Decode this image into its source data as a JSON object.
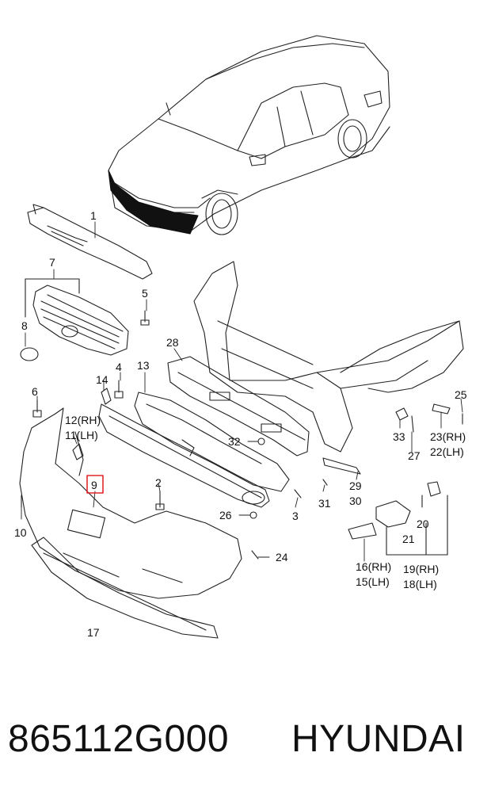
{
  "diagram": {
    "callouts": [
      {
        "id": "c1",
        "text": "1"
      },
      {
        "id": "c7",
        "text": "7"
      },
      {
        "id": "c5",
        "text": "5"
      },
      {
        "id": "c8",
        "text": "8"
      },
      {
        "id": "c28",
        "text": "28"
      },
      {
        "id": "c14",
        "text": "14"
      },
      {
        "id": "c4",
        "text": "4"
      },
      {
        "id": "c13",
        "text": "13"
      },
      {
        "id": "c6",
        "text": "6"
      },
      {
        "id": "c12",
        "text": "12(RH)"
      },
      {
        "id": "c11",
        "text": "11(LH)"
      },
      {
        "id": "c9",
        "text": "9"
      },
      {
        "id": "c2",
        "text": "2"
      },
      {
        "id": "c32",
        "text": "32"
      },
      {
        "id": "c25",
        "text": "25"
      },
      {
        "id": "c33",
        "text": "33"
      },
      {
        "id": "c23",
        "text": "23(RH)"
      },
      {
        "id": "c22",
        "text": "22(LH)"
      },
      {
        "id": "c27",
        "text": "27"
      },
      {
        "id": "c10",
        "text": "10"
      },
      {
        "id": "c26",
        "text": "26"
      },
      {
        "id": "c3",
        "text": "3"
      },
      {
        "id": "c29",
        "text": "29"
      },
      {
        "id": "c31",
        "text": "31"
      },
      {
        "id": "c30",
        "text": "30"
      },
      {
        "id": "c20",
        "text": "20"
      },
      {
        "id": "c21",
        "text": "21"
      },
      {
        "id": "c24",
        "text": "24"
      },
      {
        "id": "c16",
        "text": "16(RH)"
      },
      {
        "id": "c15",
        "text": "15(LH)"
      },
      {
        "id": "c19",
        "text": "19(RH)"
      },
      {
        "id": "c18",
        "text": "18(LH)"
      },
      {
        "id": "c17",
        "text": "17"
      }
    ],
    "highlighted_callout": "9",
    "highlight_color": "#e2262b"
  },
  "footer": {
    "part_number": "865112G000",
    "brand": "HYUNDAI"
  }
}
